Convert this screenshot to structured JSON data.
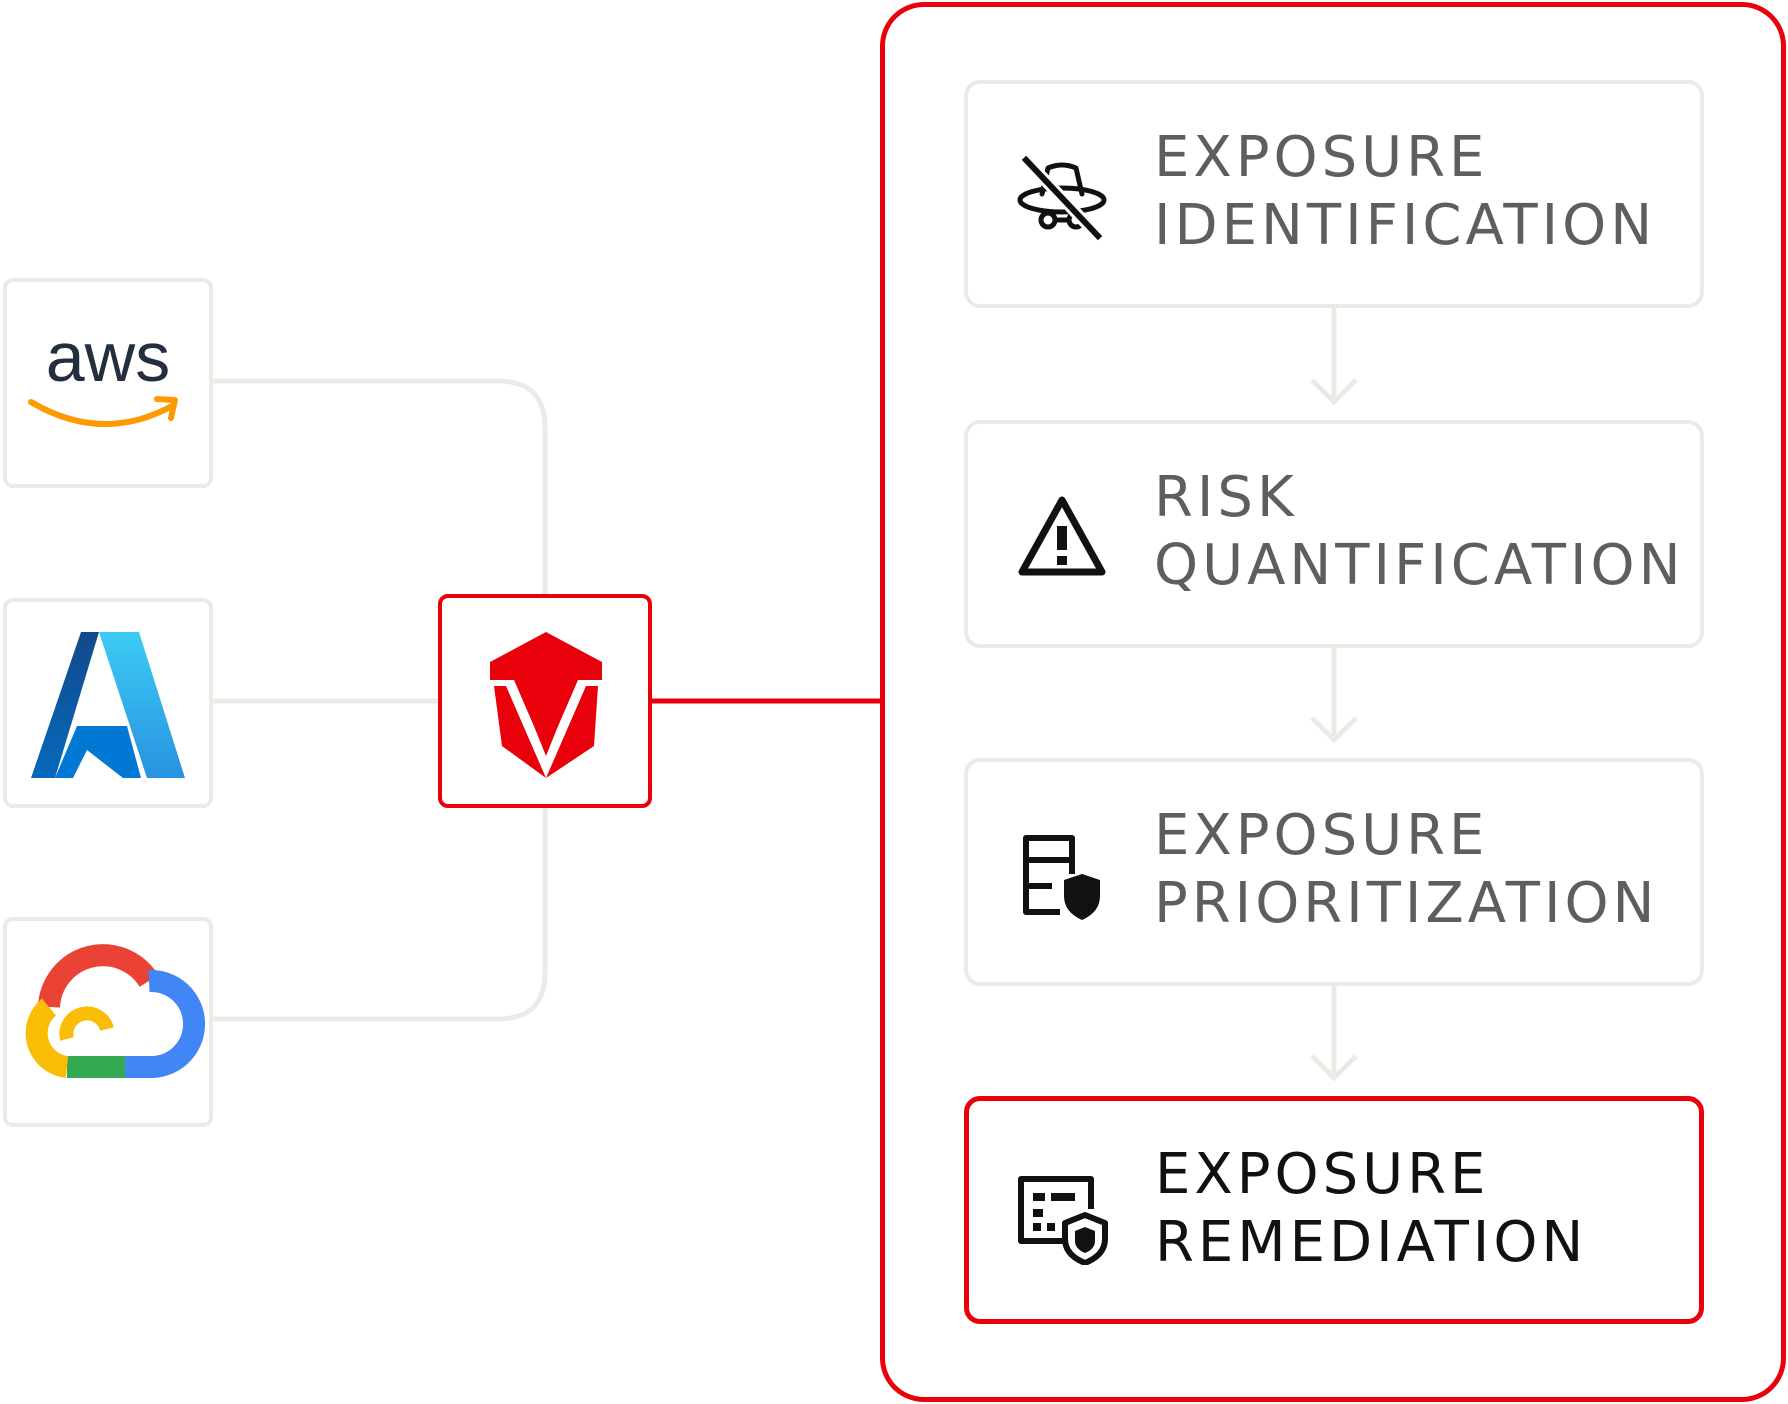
{
  "colors": {
    "accent_red": "#e8000b",
    "connector_gray": "#ebebe6",
    "text_gray": "#5e5e5e",
    "text_dark": "#111111"
  },
  "providers": [
    {
      "logo": "aws-logo",
      "text": "aws"
    },
    {
      "logo": "azure-logo"
    },
    {
      "logo": "google-cloud-logo"
    }
  ],
  "hub": {
    "logo": "shield-v-logo"
  },
  "steps": [
    {
      "line1": "EXPOSURE",
      "line2": "IDENTIFICATION",
      "icon": "incognito-hat-slash-icon",
      "active": false
    },
    {
      "line1": "RISK",
      "line2": "QUANTIFICATION",
      "icon": "warning-triangle-icon",
      "active": false
    },
    {
      "line1": "EXPOSURE",
      "line2": "PRIORITIZATION",
      "icon": "document-shield-icon",
      "active": false
    },
    {
      "line1": "EXPOSURE",
      "line2": "REMEDIATION",
      "icon": "card-shield-icon",
      "active": true
    }
  ]
}
